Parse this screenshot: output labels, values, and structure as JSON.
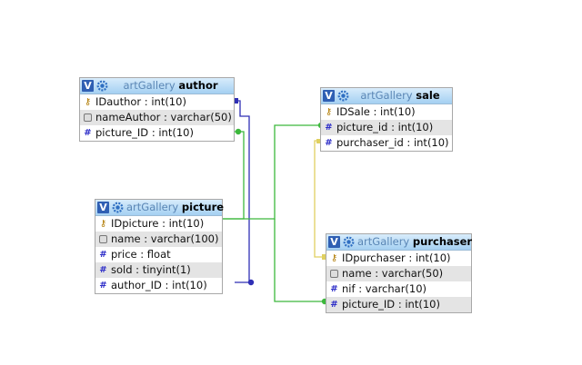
{
  "tables": {
    "author": {
      "db": "artGallery",
      "name": "author",
      "rows": [
        {
          "icon": "key-icon",
          "text": "IDauthor : int(10)"
        },
        {
          "icon": "text-field-icon",
          "text": "nameAuthor : varchar(50)"
        },
        {
          "icon": "hash-icon",
          "text": "picture_ID : int(10)"
        }
      ]
    },
    "sale": {
      "db": "artGallery",
      "name": "sale",
      "rows": [
        {
          "icon": "key-icon",
          "text": "IDSale : int(10)"
        },
        {
          "icon": "hash-icon",
          "text": "picture_id : int(10)"
        },
        {
          "icon": "hash-icon",
          "text": "purchaser_id : int(10)"
        }
      ]
    },
    "picture": {
      "db": "artGallery",
      "name": "picture",
      "rows": [
        {
          "icon": "key-icon",
          "text": "IDpicture : int(10)"
        },
        {
          "icon": "text-field-icon",
          "text": "name : varchar(100)"
        },
        {
          "icon": "hash-icon",
          "text": "price : float"
        },
        {
          "icon": "hash-icon",
          "text": "sold : tinyint(1)"
        },
        {
          "icon": "hash-icon",
          "text": "author_ID : int(10)"
        }
      ]
    },
    "purchaser": {
      "db": "artGallery",
      "name": "purchaser",
      "rows": [
        {
          "icon": "key-icon",
          "text": "IDpurchaser : int(10)"
        },
        {
          "icon": "text-field-icon",
          "text": "name : varchar(50)"
        },
        {
          "icon": "hash-icon",
          "text": "nif : varchar(10)"
        },
        {
          "icon": "hash-icon",
          "text": "picture_ID : int(10)"
        }
      ]
    }
  },
  "v_label": "V",
  "relations": [
    {
      "from": "author.IDauthor",
      "to": "picture.author_ID",
      "color": "#2f2fb5"
    },
    {
      "from": "author.picture_ID",
      "to": "picture.IDpicture",
      "color": "#3cb83c"
    },
    {
      "from": "picture.IDpicture",
      "to": "sale.picture_id",
      "color": "#3cb83c"
    },
    {
      "from": "picture.IDpicture",
      "to": "purchaser.picture_ID",
      "color": "#3cb83c"
    },
    {
      "from": "purchaser.IDpurchaser",
      "to": "sale.purchaser_id",
      "color": "#e0d060"
    }
  ]
}
